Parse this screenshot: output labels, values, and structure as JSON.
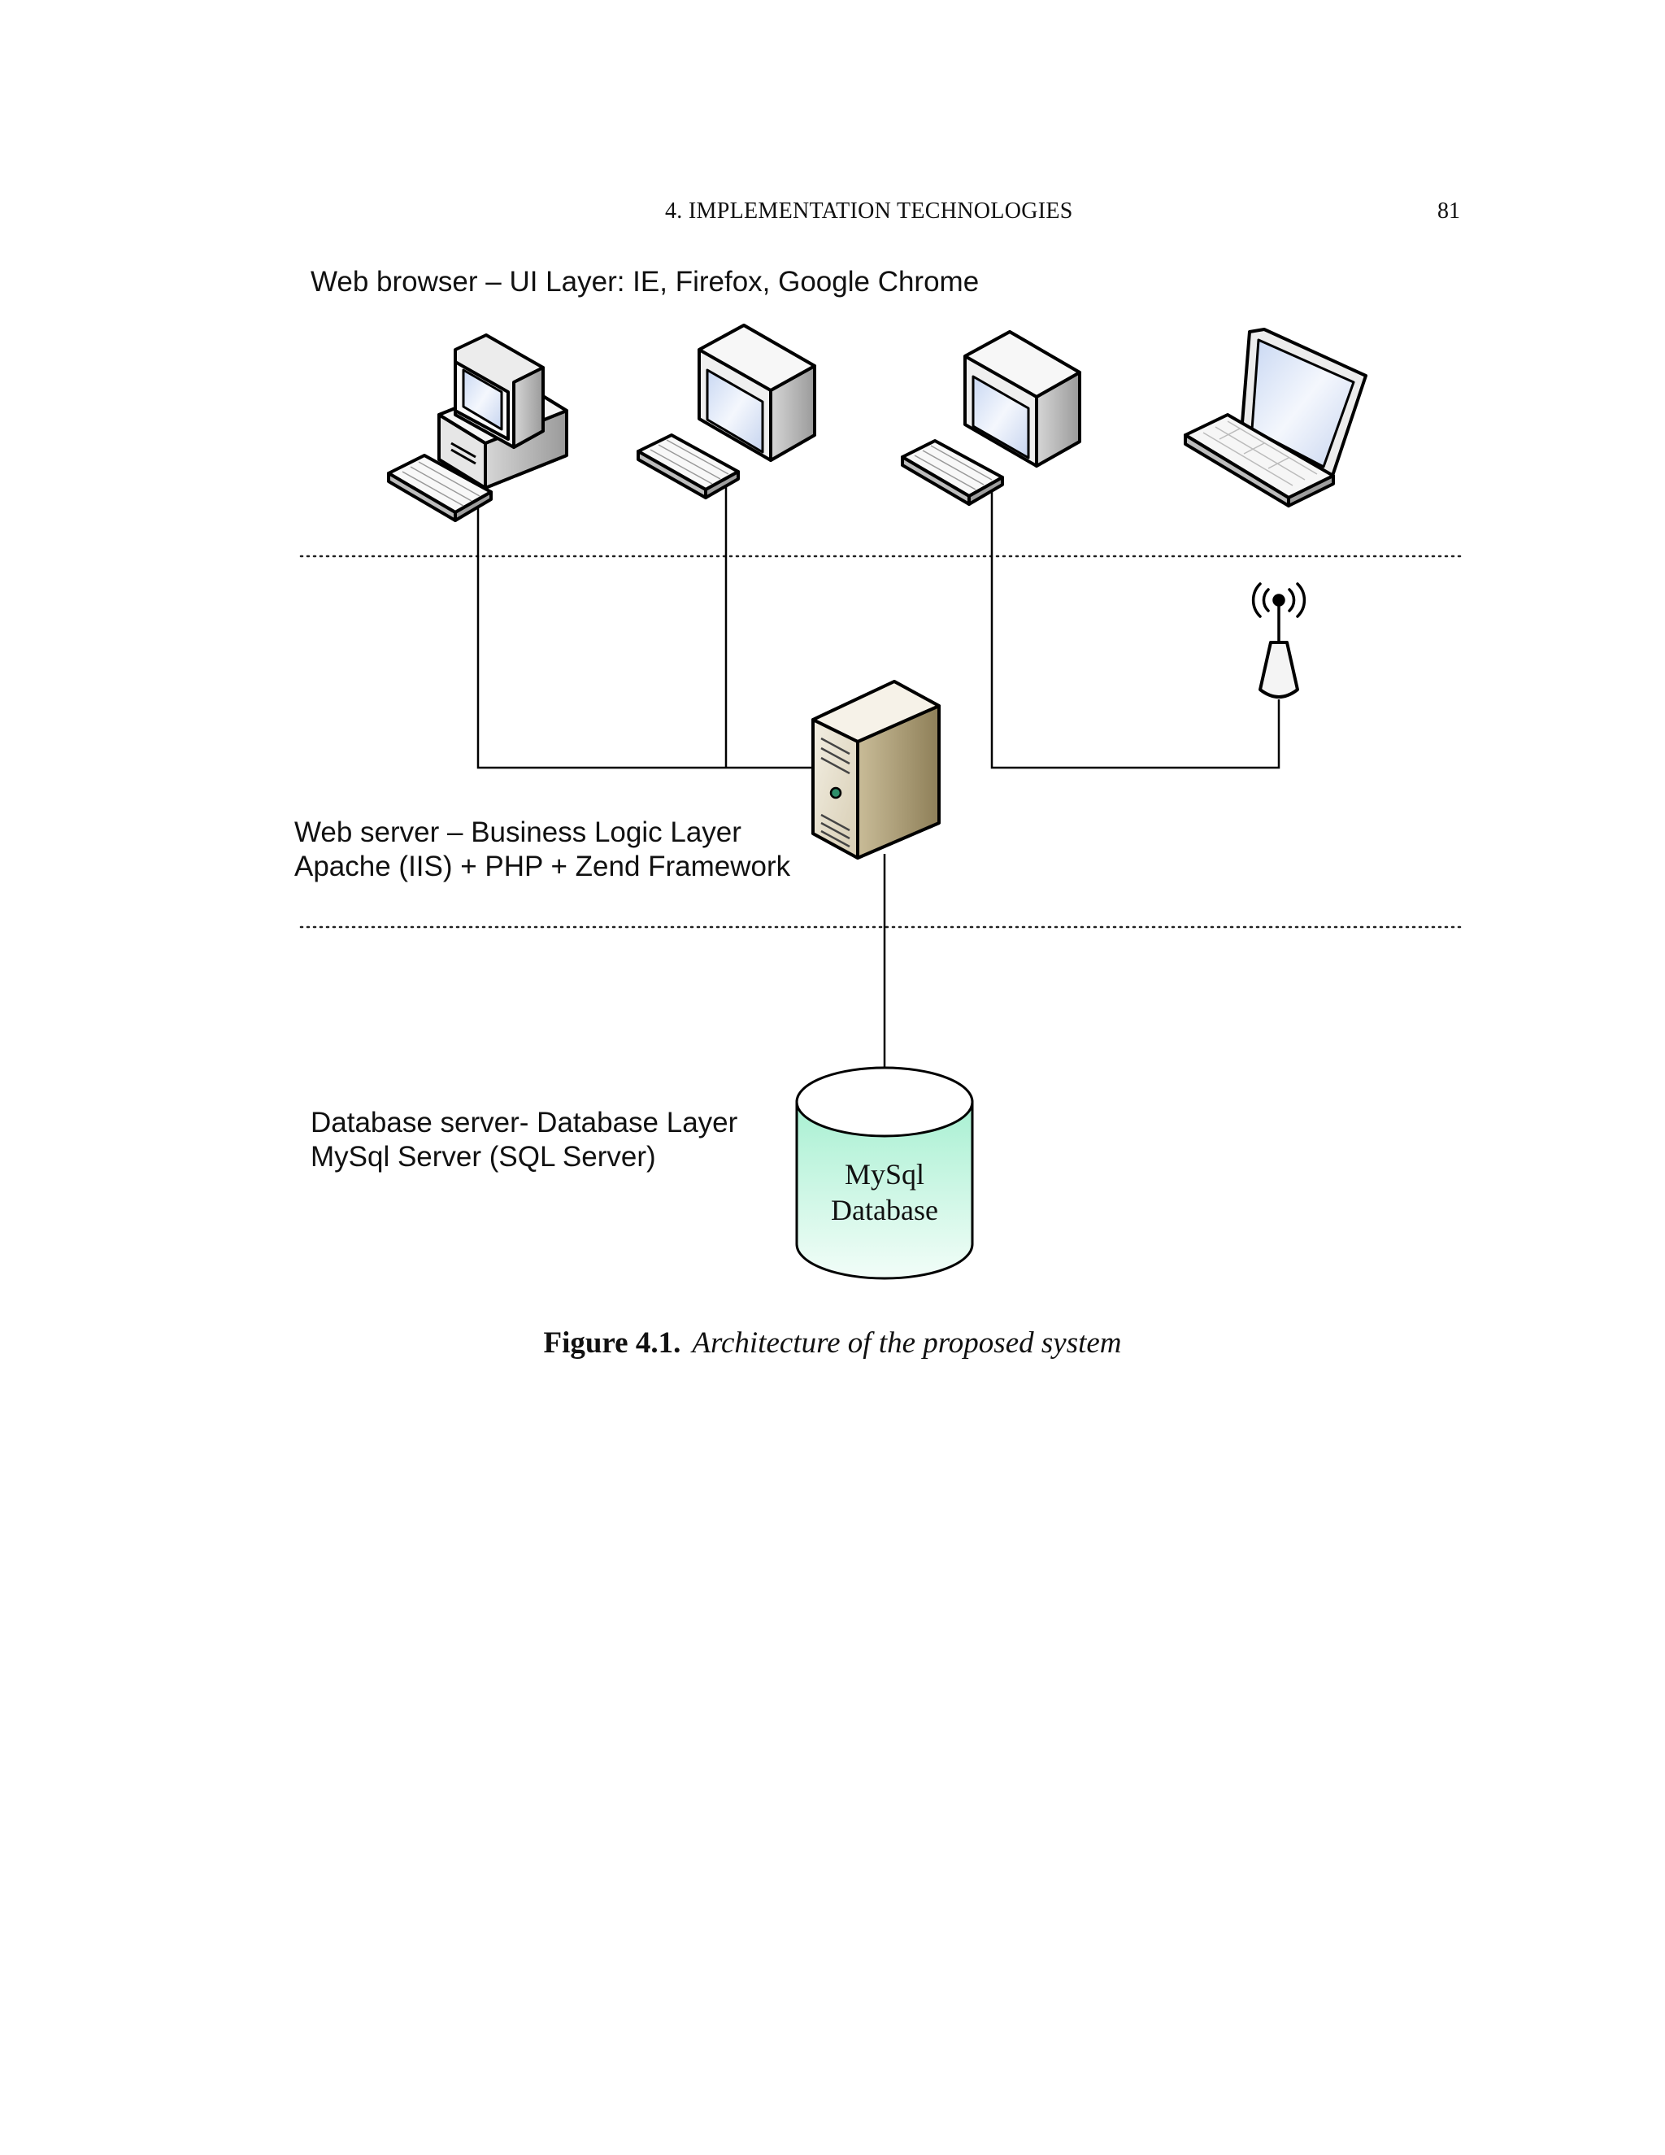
{
  "header": {
    "chapter_title": "4. IMPLEMENTATION TECHNOLOGIES",
    "page_number": "81"
  },
  "layers": {
    "ui": {
      "label": "Web browser – UI Layer: IE, Firefox, Google Chrome"
    },
    "business": {
      "line1": "Web server – Business Logic Layer",
      "line2": "Apache (IIS) + PHP + Zend Framework"
    },
    "database": {
      "line1": "Database server- Database Layer",
      "line2": "MySql Server (SQL Server)"
    }
  },
  "database_icon": {
    "line1": "MySql",
    "line2": "Database",
    "fill_color": "#b9f5dc"
  },
  "caption": {
    "label": "Figure 4.1.",
    "text": "Architecture of the proposed system"
  },
  "colors": {
    "line": "#000000",
    "server_body": "#e7dfcc",
    "monitor_screen": "#dbe6f8"
  }
}
